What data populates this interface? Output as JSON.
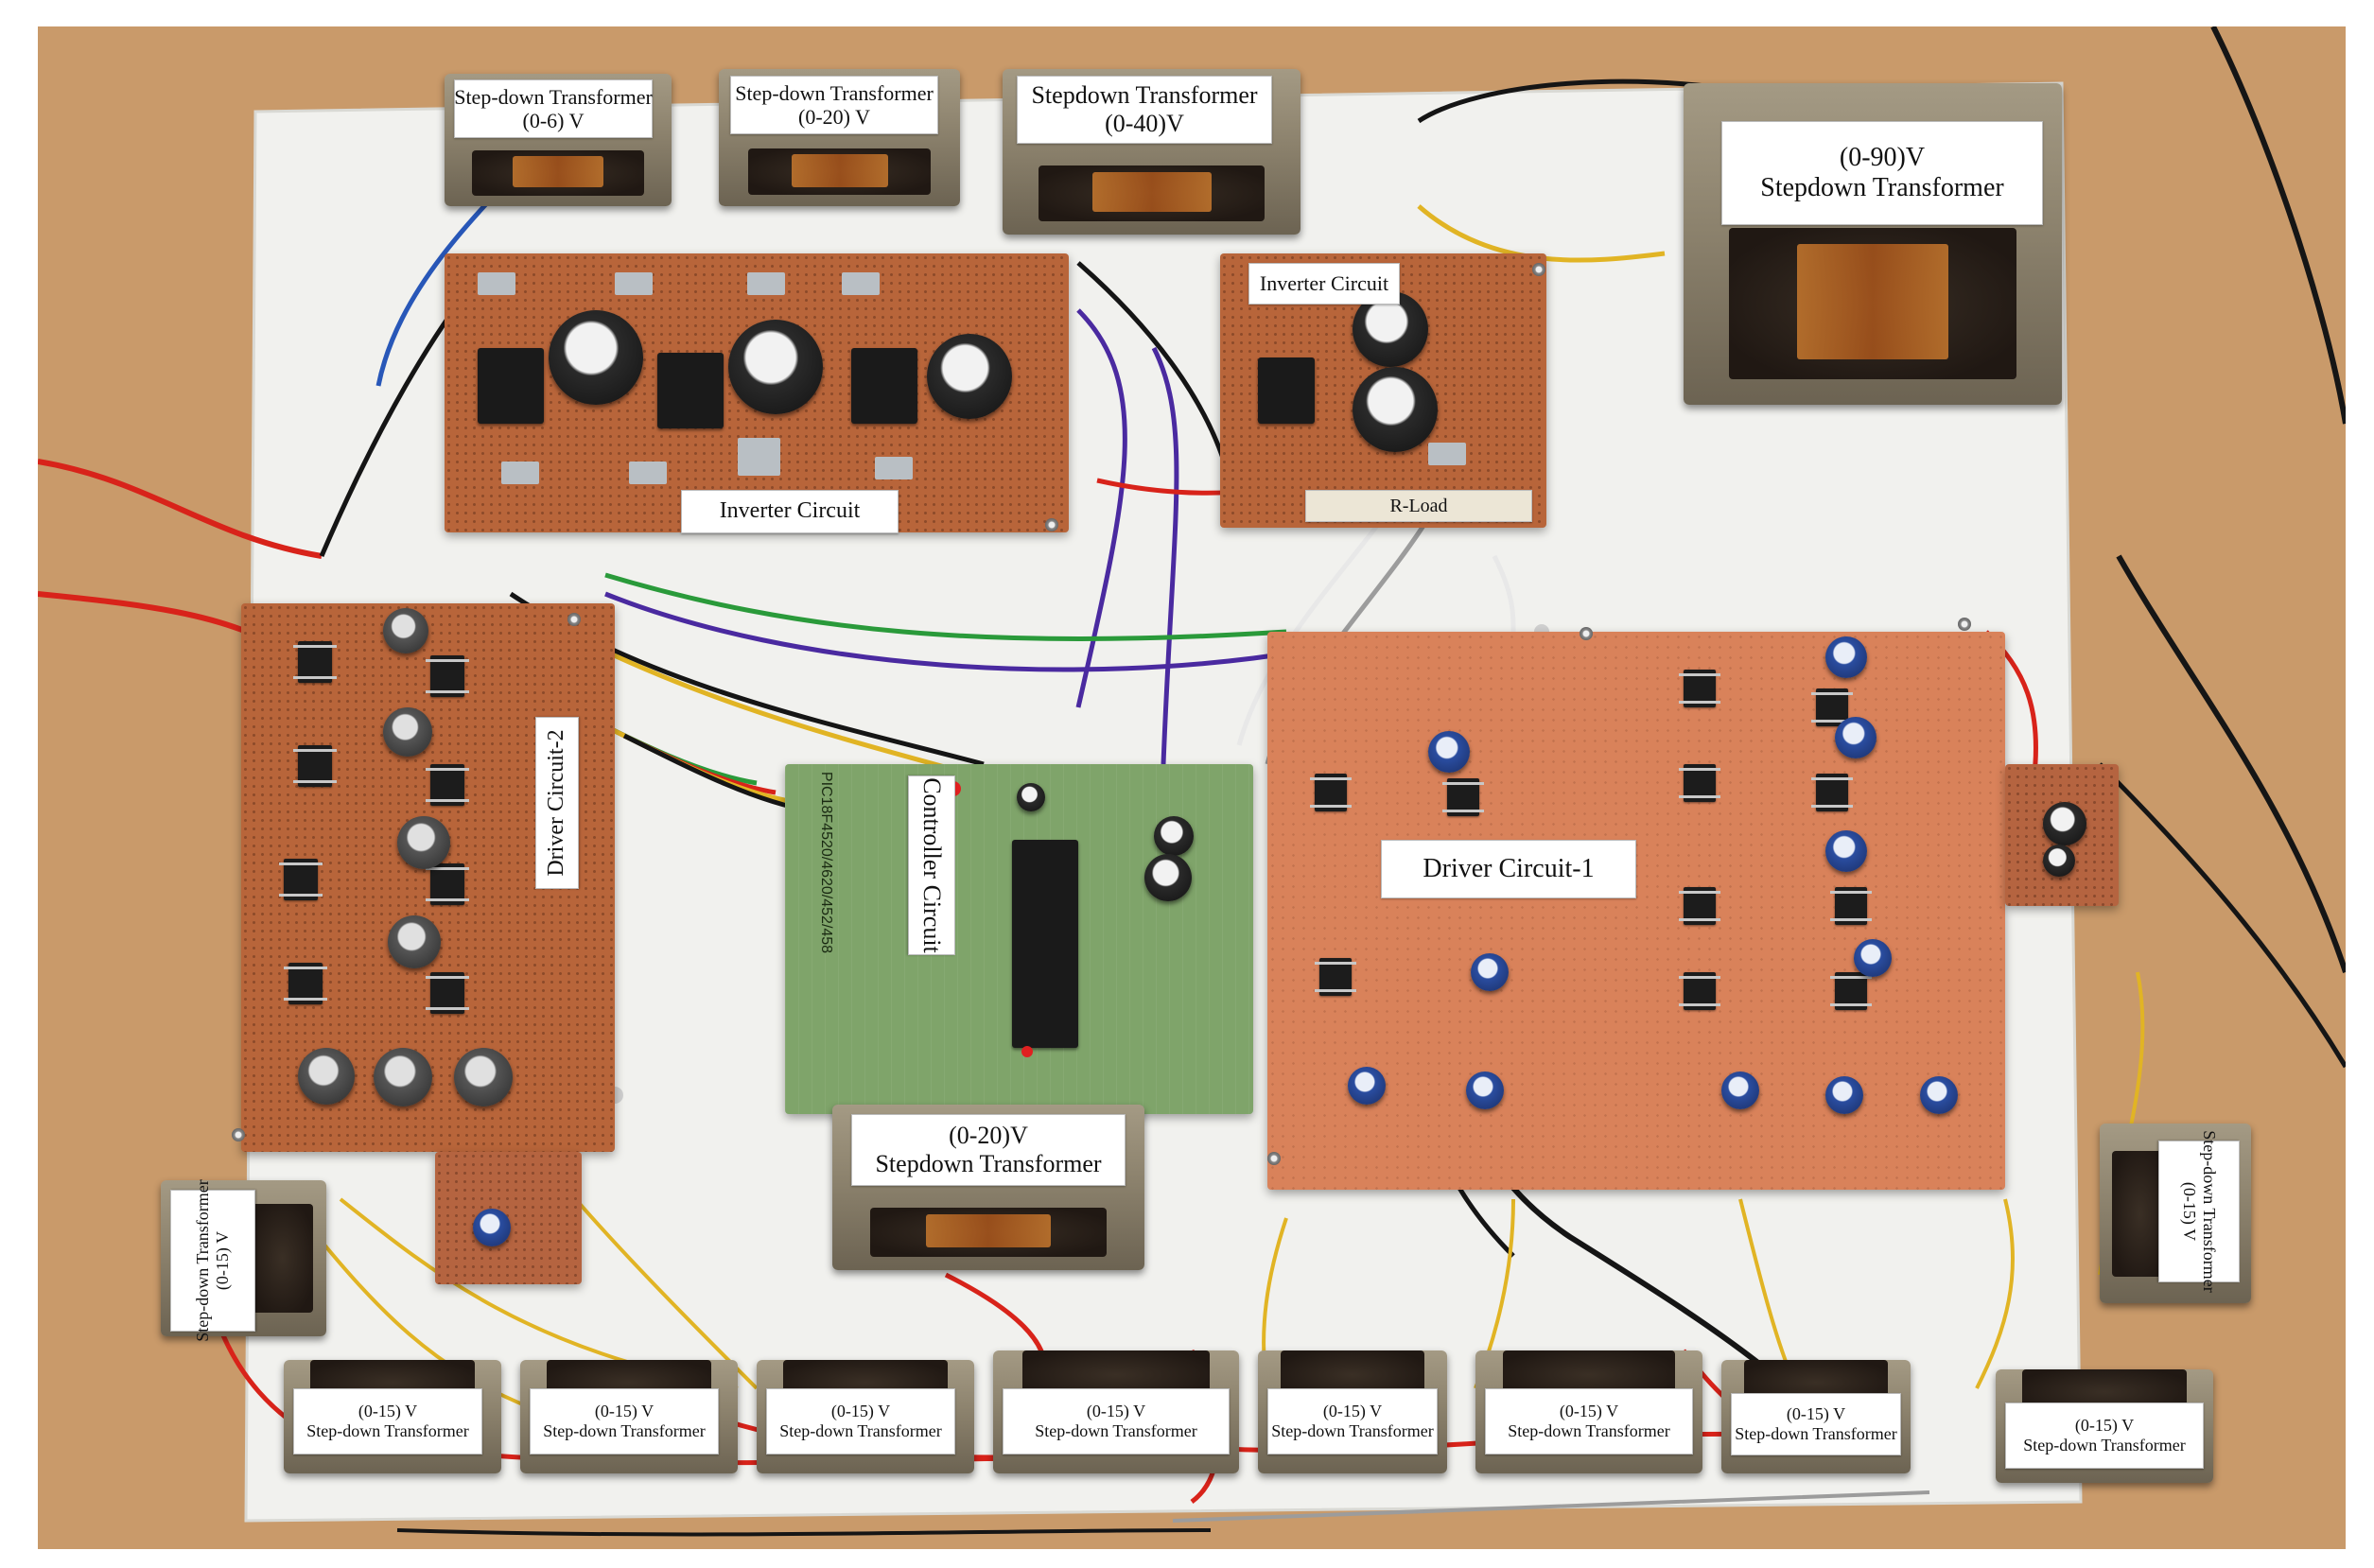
{
  "photo": {
    "colors": {
      "desk": "#c99a6a",
      "panel": "#f1f1ee",
      "pcb_brown": "#b8653a",
      "pcb_light": "#d9825a",
      "pcb_green": "#7fa46a",
      "wire_red": "#d8231a",
      "wire_yellow": "#e1b424",
      "wire_black": "#151515",
      "wire_blue": "#2857b8",
      "wire_purple": "#4a2aa0",
      "wire_white": "#e8e8e8"
    }
  },
  "boards": {
    "inverter_main": "Inverter Circuit",
    "inverter_small": "Inverter Circuit",
    "r_load": "R-Load",
    "driver_2": "Driver Circuit-2",
    "driver_1": "Driver Circuit-1",
    "controller": "Controller Circuit",
    "controller_silk": "PIC18F4520/4620/452/458"
  },
  "transformers": {
    "top_1": {
      "type": "Step-down Transformer",
      "rating": "(0-6) V"
    },
    "top_2": {
      "type": "Step-down Transformer",
      "rating": "(0-20) V"
    },
    "top_3": {
      "type": "Stepdown Transformer",
      "rating": "(0-40)V"
    },
    "top_right": {
      "type": "Stepdown Transformer",
      "rating": "(0-90)V"
    },
    "center": {
      "type": "Stepdown Transformer",
      "rating": "(0-20)V"
    },
    "left": {
      "type": "Step-down Transformer",
      "rating": "(0-15) V"
    },
    "right": {
      "type": "Step-down Transformer",
      "rating": "(0-15) V"
    },
    "bottom": [
      {
        "type": "Step-down Transformer",
        "rating": "(0-15) V"
      },
      {
        "type": "Step-down Transformer",
        "rating": "(0-15) V"
      },
      {
        "type": "Step-down Transformer",
        "rating": "(0-15) V"
      },
      {
        "type": "Step-down Transformer",
        "rating": "(0-15) V"
      },
      {
        "type": "Step-down Transformer",
        "rating": "(0-15) V"
      },
      {
        "type": "Step-down Transformer",
        "rating": "(0-15) V"
      },
      {
        "type": "Step-down Transformer",
        "rating": "(0-15) V"
      },
      {
        "type": "Step-down Transformer",
        "rating": "(0-15) V"
      }
    ]
  }
}
